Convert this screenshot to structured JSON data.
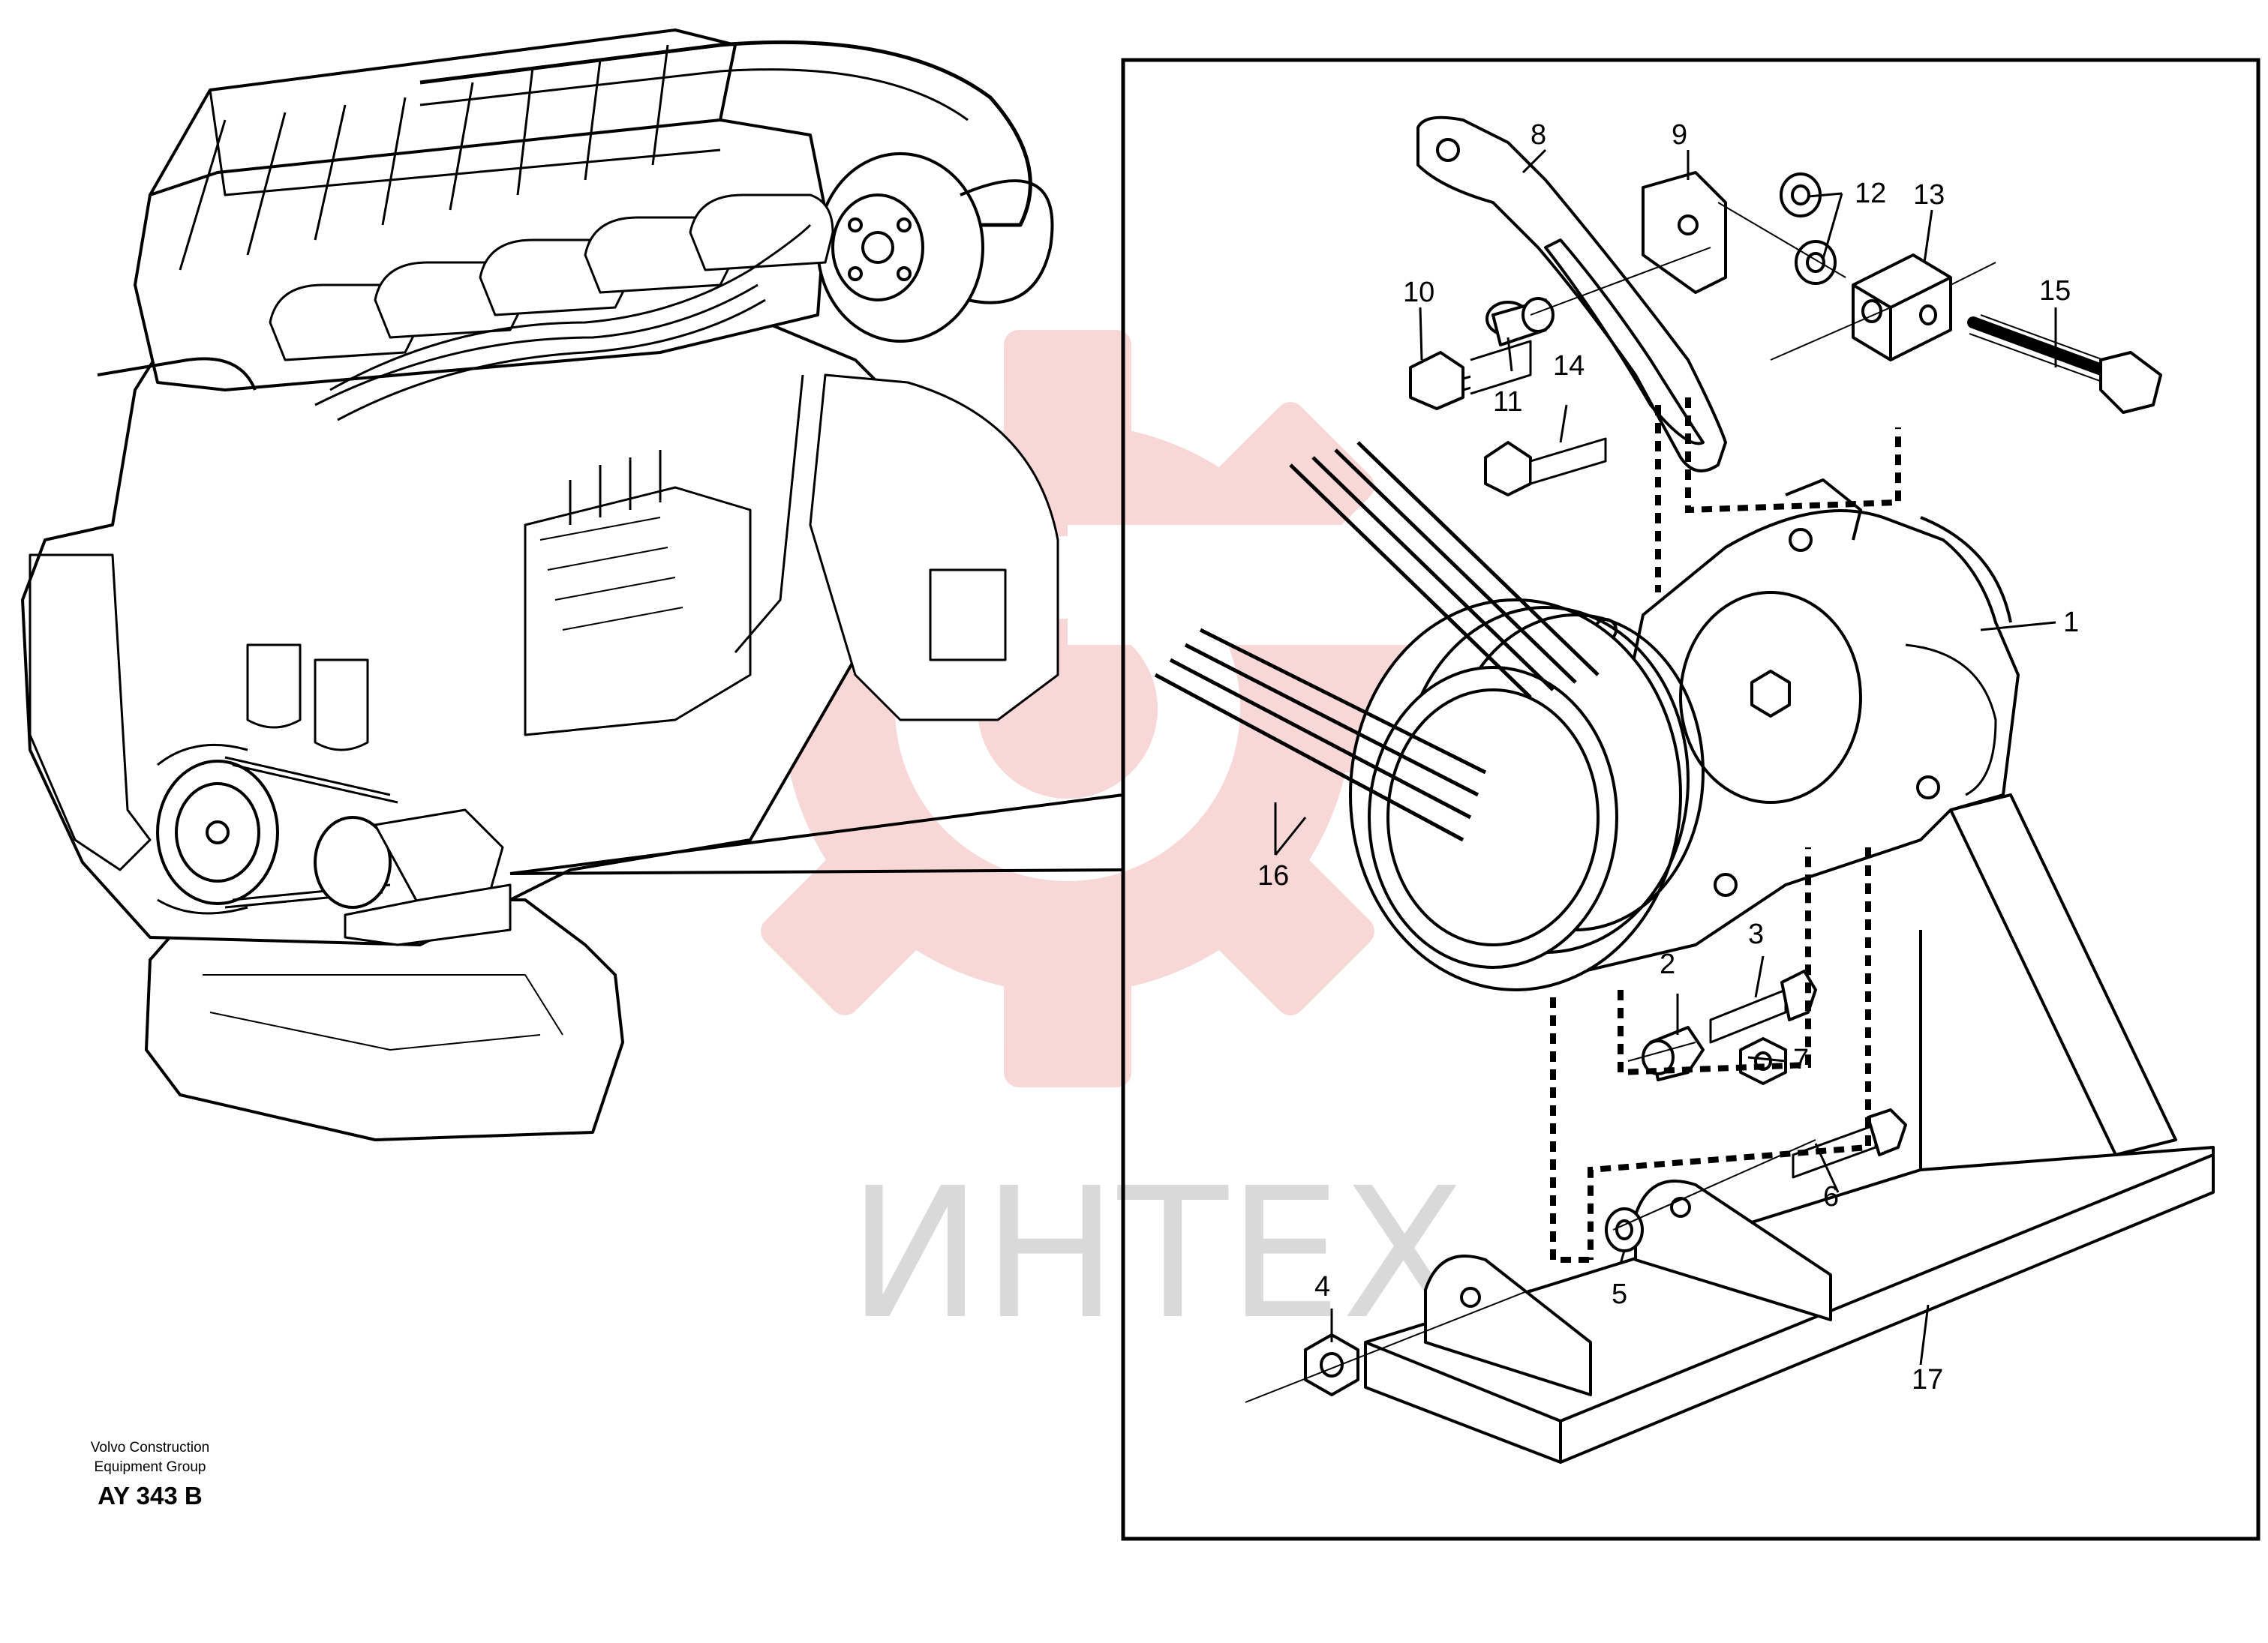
{
  "watermark": {
    "text": "ИНТЕХ",
    "color": "#f4b7b7"
  },
  "footer": {
    "line1": "Volvo Construction",
    "line2": "Equipment Group",
    "code": "AY 343 B"
  },
  "callouts": [
    "1",
    "2",
    "3",
    "4",
    "5",
    "6",
    "7",
    "8",
    "9",
    "10",
    "11",
    "12",
    "13",
    "14",
    "15",
    "16",
    "17"
  ]
}
